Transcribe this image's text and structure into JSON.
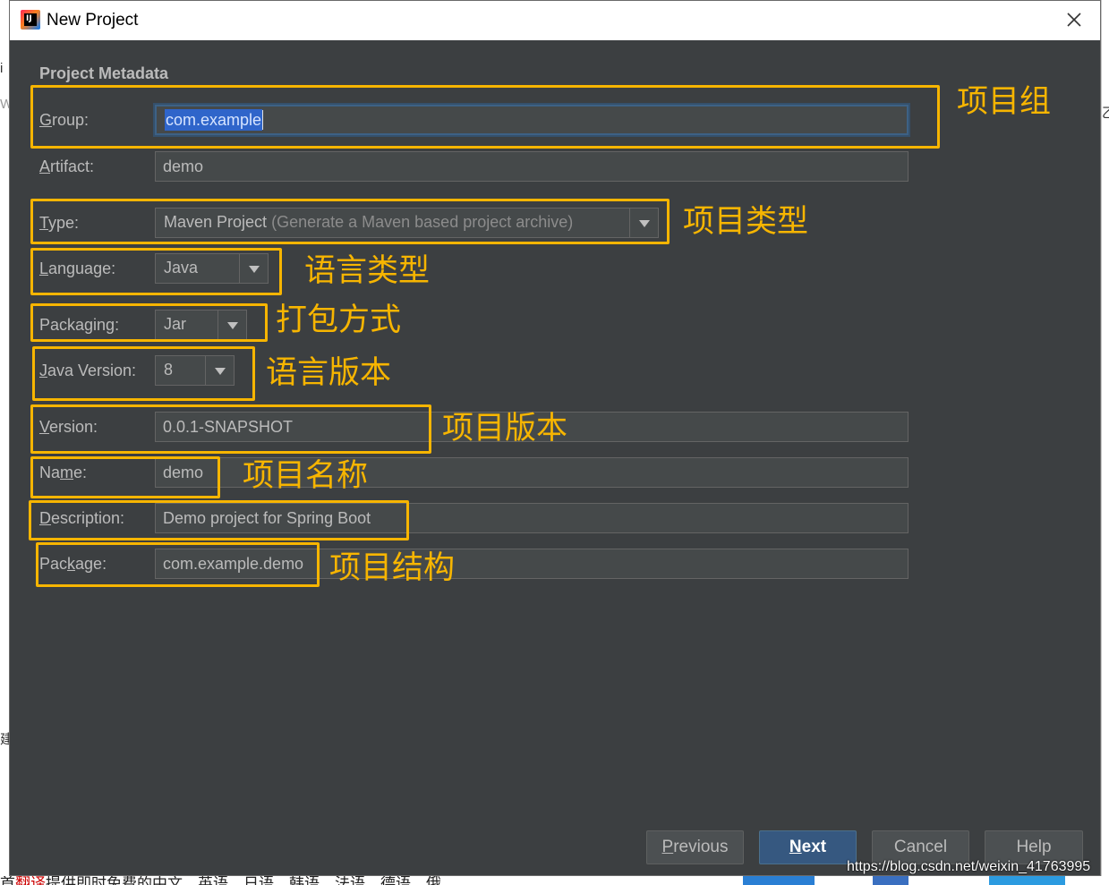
{
  "window": {
    "title": "New Project",
    "app_icon_letters": "IJ"
  },
  "form": {
    "section_title": "Project Metadata",
    "group": {
      "label_pre": "",
      "label_mn": "G",
      "label_post": "roup:",
      "value": "com.example"
    },
    "artifact": {
      "label_pre": "",
      "label_mn": "A",
      "label_post": "rtifact:",
      "value": "demo"
    },
    "type": {
      "label_pre": "",
      "label_mn": "T",
      "label_post": "ype:",
      "value": "Maven Project",
      "hint": "(Generate a Maven based project archive)"
    },
    "language": {
      "label_pre": "",
      "label_mn": "L",
      "label_post": "anguage:",
      "value": "Java"
    },
    "packaging": {
      "label_pre": "Packa",
      "label_mn": "g",
      "label_post": "ing:",
      "value": "Jar"
    },
    "java_version": {
      "label_pre": "",
      "label_mn": "J",
      "label_post": "ava Version:",
      "value": "8"
    },
    "version": {
      "label_pre": "",
      "label_mn": "V",
      "label_post": "ersion:",
      "value": "0.0.1-SNAPSHOT"
    },
    "name": {
      "label_pre": "Na",
      "label_mn": "m",
      "label_post": "e:",
      "value": "demo"
    },
    "description": {
      "label_pre": "",
      "label_mn": "D",
      "label_post": "escription:",
      "value": "Demo project for Spring Boot"
    },
    "package": {
      "label_pre": "Pac",
      "label_mn": "k",
      "label_post": "age:",
      "value": "com.example.demo"
    }
  },
  "annotations": {
    "group": "项目组",
    "type": "项目类型",
    "language": "语言类型",
    "packaging": "打包方式",
    "java_version": "语言版本",
    "version": "项目版本",
    "name": "项目名称",
    "package": "项目结构"
  },
  "buttons": {
    "previous": {
      "mn": "P",
      "rest": "revious"
    },
    "next": {
      "mn": "N",
      "rest": "ext"
    },
    "cancel": "Cancel",
    "help": "Help"
  },
  "watermark": "https://blog.csdn.net/weixin_41763995",
  "background": {
    "bottom_text_pre": "首",
    "bottom_text_red": "翻译",
    "bottom_text_post": "提供即时免费的中文、英语、日语、韩语、法语、德语、俄",
    "left_fragment_1": "i",
    "left_fragment_2": "W",
    "left_fragment_3": "建",
    "right_fragment": "乙"
  },
  "colors": {
    "dialog_bg": "#3c3f41",
    "field_bg": "#45494a",
    "annotation": "#f7b500",
    "primary_button": "#365880",
    "selection": "#2f65ca"
  }
}
